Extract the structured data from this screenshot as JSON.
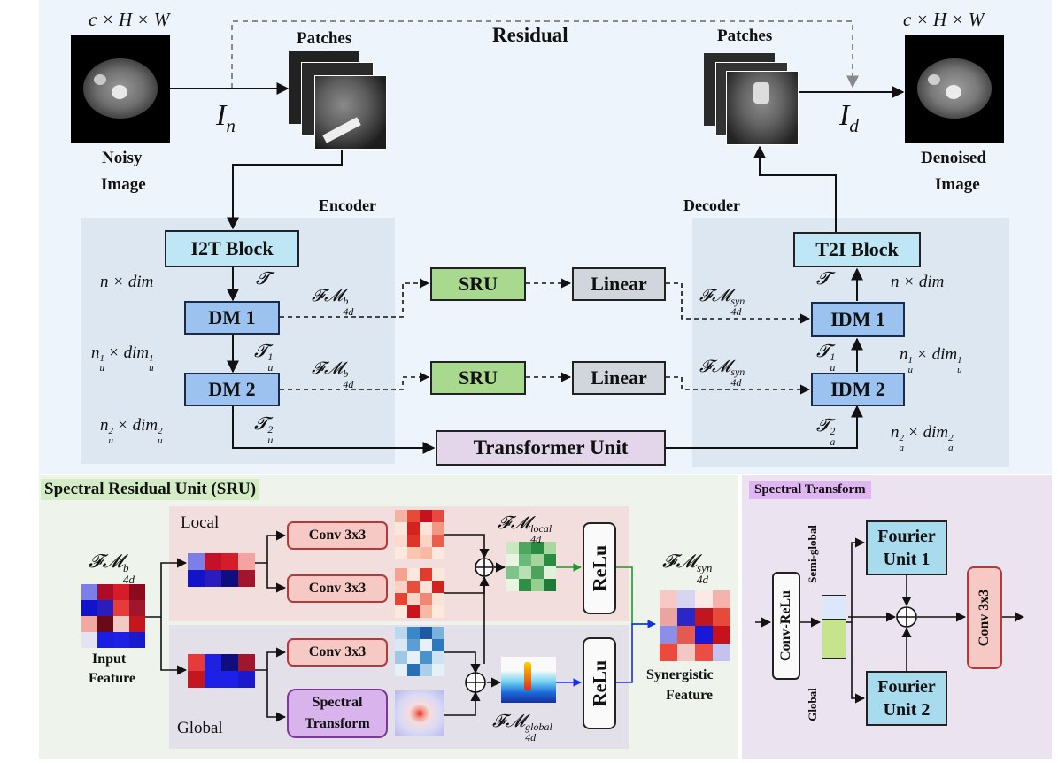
{
  "top": {
    "dims_left": "c × H × W",
    "dims_right": "c × H × W",
    "patches_left": "Patches",
    "patches_right": "Patches",
    "residual": "Residual",
    "input_var": "I",
    "input_sub": "n",
    "output_var": "I",
    "output_sub": "d",
    "noisy_image": [
      "Noisy",
      "Image"
    ],
    "denoised_image": [
      "Denoised",
      "Image"
    ],
    "encoder": "Encoder",
    "decoder": "Decoder"
  },
  "encoder": {
    "i2t": "I2T Block",
    "dm1": "DM 1",
    "dm2": "DM 2",
    "n_dim": "n × dim",
    "t": "𝓣",
    "nu1": "n",
    "nu1_sup": "1",
    "nu1_sub": "u",
    "dim1": "× dim",
    "dim1_sup": "1",
    "dim1_sub": "u",
    "tu1": "𝓣",
    "tu1_sub": "u",
    "tu1_sup": "1",
    "nu2": "n",
    "nu2_sup": "2",
    "nu2_sub": "u",
    "dim2": "× dim",
    "dim2_sup": "2",
    "dim2_sub": "u",
    "tu2": "𝓣",
    "tu2_sub": "u",
    "tu2_sup": "2"
  },
  "middle": {
    "sru1": "SRU",
    "sru2": "SRU",
    "linear1": "Linear",
    "linear2": "Linear",
    "fm": "𝓕𝓜",
    "fm_b_sup": "b",
    "fm_sub": "4d",
    "fm_syn_sup": "syn",
    "transformer": "Transformer Unit"
  },
  "decoder": {
    "t2i": "T2I Block",
    "idm1": "IDM 1",
    "idm2": "IDM 2",
    "n_dim": "n × dim",
    "t": "𝓣",
    "tu1": "𝓣",
    "tu1_sub": "u",
    "tu1_sup": "1",
    "ta2": "𝓣",
    "ta2_sub": "a",
    "ta2_sup": "2",
    "nu1": "n",
    "nu1_sup": "1",
    "nu1_sub": "u",
    "dim1": "× dim",
    "dim1_sup": "1",
    "dim1_sub": "u",
    "na2": "n",
    "na2_sup": "2",
    "na2_sub": "a",
    "dim2": "× dim",
    "dim2_sup": "2",
    "dim2_sub": "a"
  },
  "sru_panel": {
    "title": "Spectral Residual Unit (SRU)",
    "local": "Local",
    "global": "Global",
    "conv1": "Conv 3x3",
    "conv2": "Conv 3x3",
    "conv3": "Conv 3x3",
    "spectral": [
      "Spectral",
      "Transform"
    ],
    "relu1": "ReLu",
    "relu2": "ReLu",
    "input_feature": [
      "Input",
      "Feature"
    ],
    "synergistic": [
      "Synergistic",
      "Feature"
    ],
    "fm": "𝓕𝓜",
    "b_sup": "b",
    "sub": "4d",
    "local_sup": "local",
    "global_sup": "global",
    "syn_sup": "syn"
  },
  "st_panel": {
    "title": "Spectral Transform",
    "conv_relu": "Conv-ReLu",
    "semi_global": "Semi-global",
    "global": "Global",
    "fourier1": [
      "Fourier",
      "Unit 1"
    ],
    "fourier2": [
      "Fourier",
      "Unit 2"
    ],
    "conv": "Conv 3x3"
  },
  "colors": {
    "top_bg": "#eef4fb",
    "block_bg": "#dde7f2",
    "dm": "#9cc2ef",
    "i2t": "#bfe6f4",
    "sru": "#a9d88f",
    "linear": "#d0d6dc",
    "transformer": "#e3d6ea",
    "sru_panel_bg": "#eef3ec",
    "local_bg": "#f3dede",
    "global_bg": "#e4e0ea",
    "conv": "#f6c9c4",
    "spectral": "#d9b3ec",
    "st_panel_bg": "#ece3f0",
    "fourier": "#a9dbef"
  }
}
